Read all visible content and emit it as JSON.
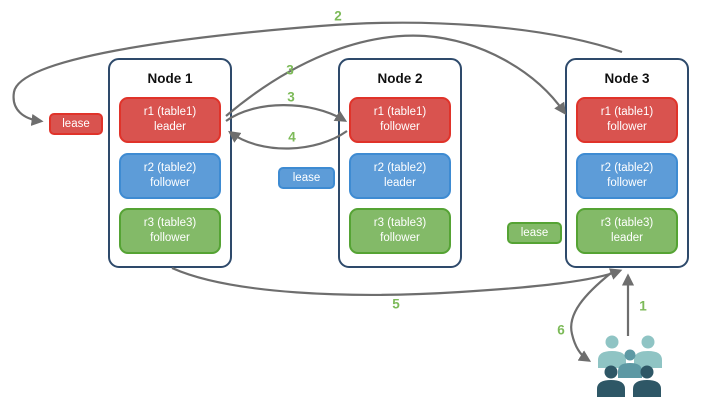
{
  "nodes": [
    {
      "title": "Node 1",
      "replicas": [
        {
          "name": "r1 (table1)",
          "role": "leader",
          "color": "#d9534f"
        },
        {
          "name": "r2 (table2)",
          "role": "follower",
          "color": "#5d9cd8"
        },
        {
          "name": "r3 (table3)",
          "role": "follower",
          "color": "#83ba68"
        }
      ]
    },
    {
      "title": "Node 2",
      "replicas": [
        {
          "name": "r1 (table1)",
          "role": "follower",
          "color": "#d9534f"
        },
        {
          "name": "r2 (table2)",
          "role": "leader",
          "color": "#5d9cd8"
        },
        {
          "name": "r3 (table3)",
          "role": "follower",
          "color": "#83ba68"
        }
      ]
    },
    {
      "title": "Node 3",
      "replicas": [
        {
          "name": "r1 (table1)",
          "role": "follower",
          "color": "#d9534f"
        },
        {
          "name": "r2 (table2)",
          "role": "follower",
          "color": "#5d9cd8"
        },
        {
          "name": "r3 (table3)",
          "role": "leader",
          "color": "#83ba68"
        }
      ]
    }
  ],
  "leases": [
    {
      "label": "lease",
      "color": "#d9534f"
    },
    {
      "label": "lease",
      "color": "#5d9cd8"
    },
    {
      "label": "lease",
      "color": "#83ba68"
    }
  ],
  "step_labels": {
    "step1": "1",
    "step2": "2",
    "step3a": "3",
    "step3b": "3",
    "step4": "4",
    "step5": "5",
    "step6": "6"
  },
  "icons": {
    "clients": "clients-group-icon"
  },
  "palette": {
    "red_fill": "#d9534f",
    "red_border": "#e0332a",
    "blue_fill": "#5d9cd8",
    "blue_border": "#3e8bd2",
    "green_fill": "#83ba68",
    "green_border": "#55a334",
    "node_border": "#2e4a6b",
    "arrow": "#6e6e6e",
    "step_label": "#7cba58",
    "clients_light": "#8fc4c4",
    "clients_mid": "#5d99a4",
    "clients_dark": "#2e5766"
  }
}
